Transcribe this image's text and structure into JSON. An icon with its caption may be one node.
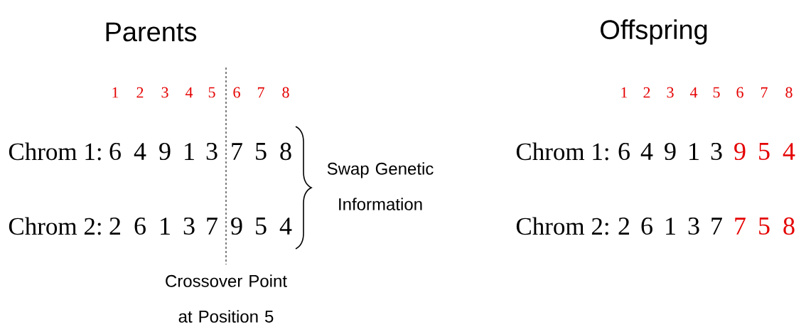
{
  "diagram": {
    "labels": [
      "Parents",
      "Offspring",
      "1",
      "2",
      "3",
      "4",
      "5",
      "6",
      "7",
      "8",
      "1",
      "2",
      "3",
      "4",
      "5",
      "6",
      "7",
      "8",
      "Chrom 1:",
      "6",
      "4",
      "9",
      "1",
      "3",
      "7",
      "5",
      "8",
      "Swap Genetic Information",
      "Chrom 1:",
      "6",
      "4",
      "9",
      "1",
      "3",
      "9",
      "5",
      "4",
      "Chrom 2:",
      "2",
      "6",
      "1",
      "3",
      "7",
      "9",
      "5",
      "4",
      "Chrom 2:",
      "2",
      "6",
      "1",
      "3",
      "7",
      "7",
      "5",
      "8",
      "Crossover Point at Position 5"
    ]
  }
}
